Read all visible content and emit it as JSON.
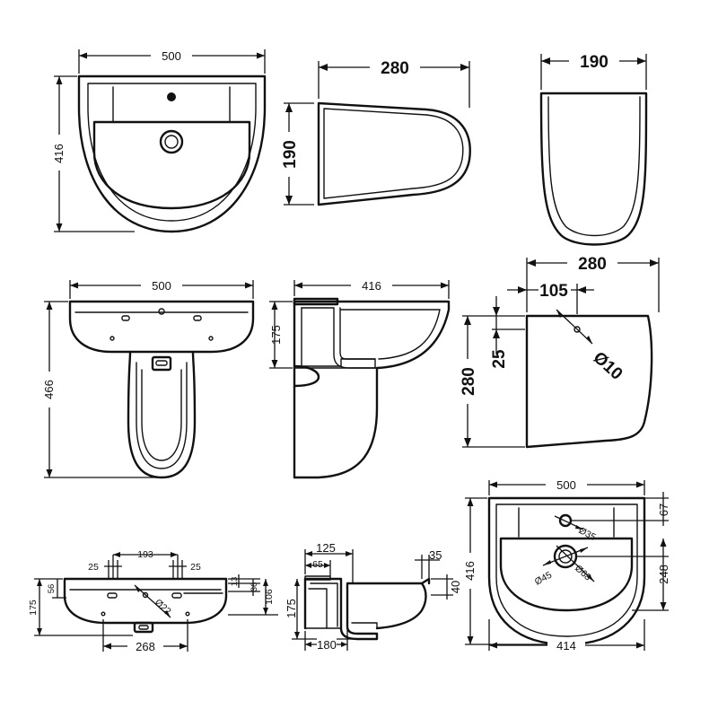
{
  "views": {
    "top_plan": {
      "width": "500",
      "depth": "416"
    },
    "pedestal_side_top": {
      "length": "280",
      "height": "190"
    },
    "pedestal_front_top": {
      "width": "190"
    },
    "front_elevation": {
      "width": "500",
      "height": "466"
    },
    "side_elevation": {
      "depth": "416",
      "rim": "175"
    },
    "pedestal_side": {
      "length": "280",
      "offset": "105",
      "height": "280",
      "fix": "25",
      "hole": "Ø10"
    },
    "front_detail": {
      "c193": "193",
      "c25a": "25",
      "c25b": "25",
      "h175": "175",
      "h56": "56",
      "h13": "13",
      "h36": "36",
      "h106": "106",
      "waste": "Ø22",
      "w268": "268"
    },
    "side_detail": {
      "d125": "125",
      "d65": "65",
      "d35": "35",
      "d40": "40",
      "h175": "175",
      "w180": "180"
    },
    "plan_detail": {
      "width": "500",
      "depth": "416",
      "tap": "67",
      "tap_hole": "Ø35",
      "waste_depth": "248",
      "waste_outer": "Ø45",
      "waste_inner": "Ø68",
      "bowl": "414"
    }
  }
}
